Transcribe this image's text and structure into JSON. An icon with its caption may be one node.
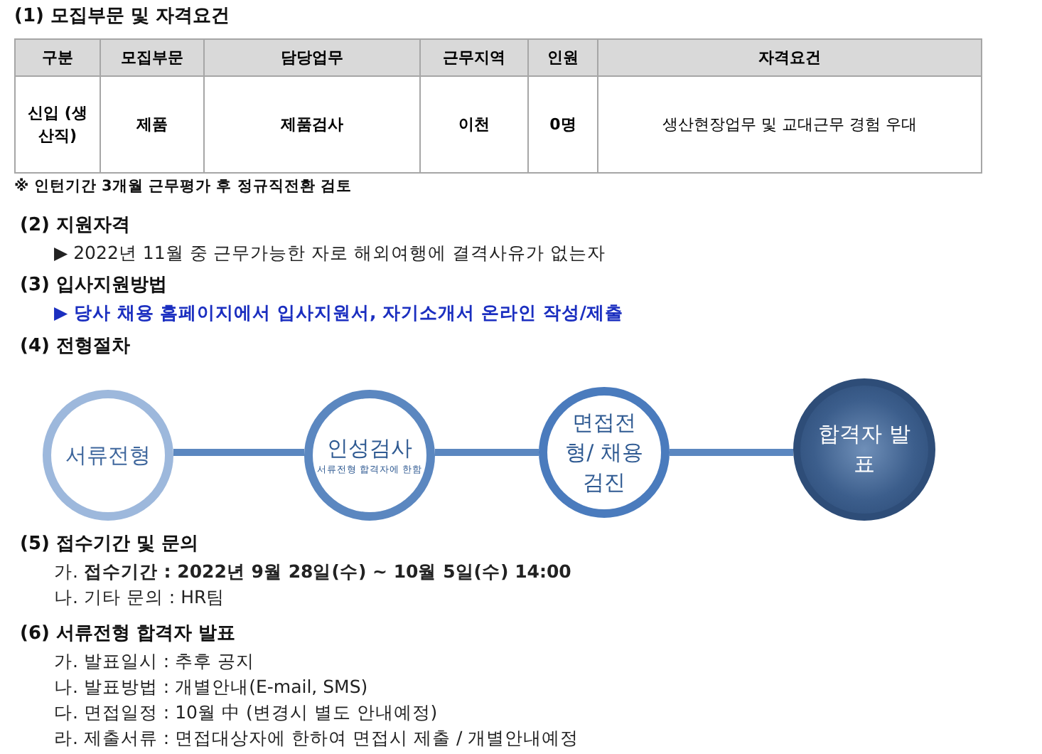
{
  "diagram": {
    "nodes": [
      {
        "text": [
          "서류전형"
        ]
      },
      {
        "text": [
          "인성검사",
          "서류전형 합격자에 한함"
        ]
      },
      {
        "text": [
          "면접전형/ 채용검진"
        ]
      },
      {
        "text": [
          "합격자 발표"
        ]
      }
    ],
    "edges": [
      {
        "from": 0,
        "to": 1,
        "arrow": "none"
      },
      {
        "from": 1,
        "to": 2,
        "arrow": "none"
      },
      {
        "from": 2,
        "to": 3,
        "arrow": "none"
      }
    ],
    "labels": [
      "(1) 모집부문 및 자격요건",
      "구분",
      "모집부문",
      "담당업무",
      "근무지역",
      "인원",
      "자격요건",
      "신입 (생산직)",
      "제품",
      "제품검사",
      "이천",
      "0명",
      "생산현장업무 및 교대근무 경험 우대",
      "※ 인턴기간 3개월 근무평가 후 정규직전환 검토",
      "(2) 지원자격",
      "▶ 2022년 11월 중 근무가능한 자로 해외여행에 결격사유가 없는자",
      "(3) 입사지원방법",
      "▶ 당사 채용 홈페이지에서 입사지원서, 자기소개서 온라인 작성/제출",
      "(4) 전형절차",
      "(5) 접수기간 및 문의",
      "가. **접수기간 : 2022년 9월 28일(수) ~ 10월 5일(수) 14:00**",
      "나. 기타 문의 : HR팀",
      "(6) 서류전형 합격자 발표",
      "가. 발표일시 : 추후 공지",
      "나. 발표방법 : 개별안내(E-mail, SMS)",
      "다. 면접일정 : 10월 中 (변경시 별도 안내예정)",
      "라. 제출서류 : 면접대상자에 한하여 면접시 제출 / 개별안내예정"
    ]
  }
}
